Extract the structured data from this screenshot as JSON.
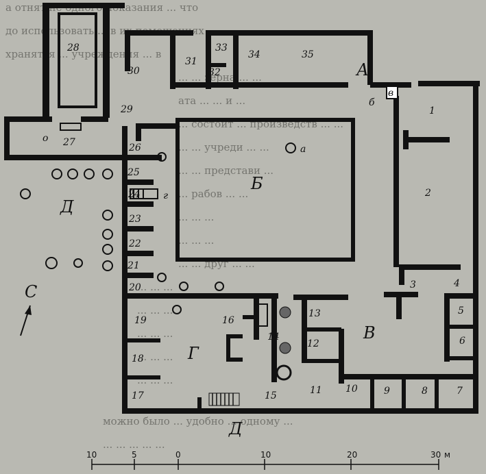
{
  "background_text": [
    "а отнят не одного показания ... что",
    "до использовать ... в их помещениях",
    "хранятся ... учреждения ... в",
    "... ... зерна ... ...",
    "ата ... ... и ...",
    "... состоит ... произведств ... ...",
    "... ... учреди ... ...",
    "... ... представи ...",
    "... рабов ... ...",
    "... ... ...",
    "... ... ...",
    "... ... друг ... ...",
    "... ... ...",
    "... ... ...",
    "... ... ...",
    "... ... ...",
    "... ... ...",
    "можно было ... удобно ... одному ...",
    "... ... ... ... ..."
  ],
  "big_labels": {
    "courtyard_b": "Б",
    "yard_d_west": "Д",
    "yard_g": "Г",
    "yard_v": "В",
    "yard_a": "А",
    "entrance_d": "Д"
  },
  "small_labels": {
    "a": "а",
    "b": "б",
    "v": "в",
    "g": "г",
    "o": "о"
  },
  "rooms": [
    "1",
    "2",
    "3",
    "4",
    "5",
    "6",
    "7",
    "8",
    "9",
    "10",
    "11",
    "12",
    "13",
    "14",
    "15",
    "16",
    "17",
    "18",
    "19",
    "20",
    "21",
    "22",
    "23",
    "24",
    "25",
    "26",
    "27",
    "28",
    "29",
    "30",
    "31",
    "32",
    "33",
    "34",
    "35"
  ],
  "north_label": "С",
  "scale": {
    "ticks": [
      "10",
      "5",
      "0",
      "10",
      "20",
      "30"
    ],
    "unit": "м"
  }
}
